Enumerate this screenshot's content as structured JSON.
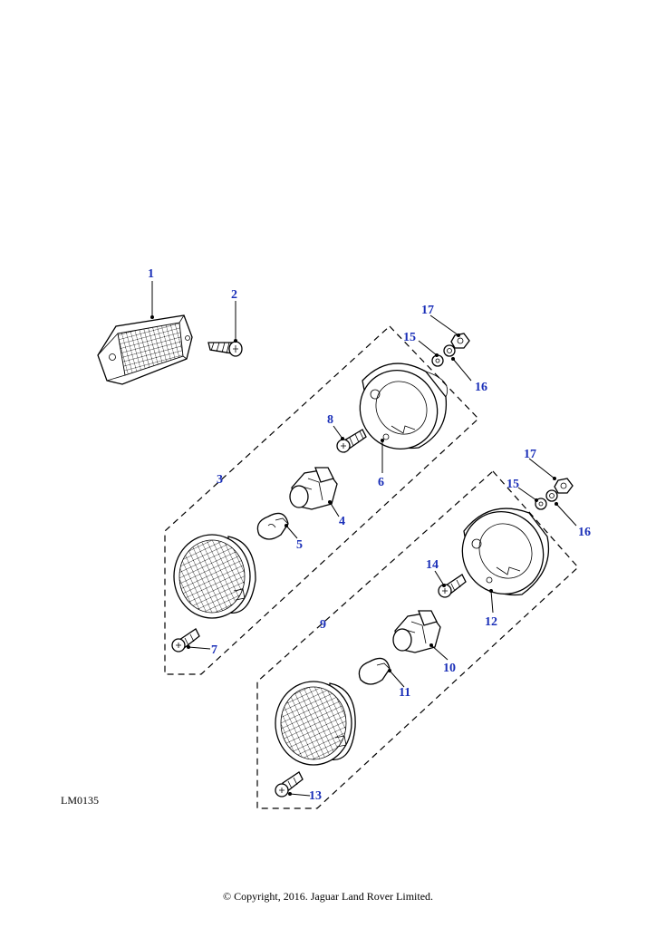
{
  "figure_code": "LM0135",
  "copyright": "© Copyright, 2016. Jaguar Land Rover Limited.",
  "callouts": [
    "1",
    "2",
    "3",
    "4",
    "5",
    "6",
    "7",
    "8",
    "9",
    "10",
    "11",
    "12",
    "13",
    "14",
    "15",
    "16",
    "17",
    "15",
    "16",
    "17"
  ],
  "colors": {
    "callout": "#1a2fb8",
    "line": "#000000",
    "background": "#ffffff"
  }
}
